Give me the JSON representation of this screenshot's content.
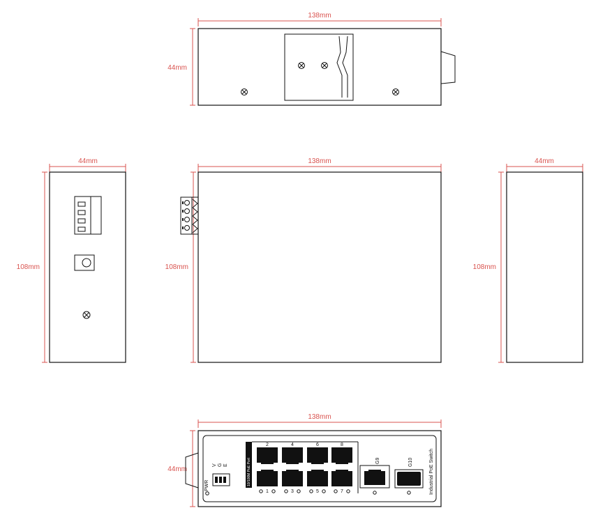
{
  "dimensions": {
    "top_view": {
      "width": "138mm",
      "height": "44mm"
    },
    "left_view": {
      "width": "44mm",
      "height": "108mm"
    },
    "front_view": {
      "width": "138mm",
      "height": "108mm"
    },
    "right_view": {
      "width": "44mm",
      "height": "108mm"
    },
    "bottom_view": {
      "width": "138mm",
      "height": "44mm"
    }
  },
  "panel": {
    "product_name": "Industrial PoE Switch",
    "port_group_label": "10/100M PoE Port",
    "dip_labels": [
      "V",
      "G",
      "E"
    ],
    "power_label": "PWR",
    "top_port_numbers": [
      "2",
      "4",
      "6",
      "8"
    ],
    "bottom_port_numbers": [
      "1",
      "3",
      "5",
      "7"
    ],
    "uplink_rj45_label": "G9",
    "uplink_sfp_label": "G10"
  },
  "colors": {
    "dimension": "#d9534f",
    "outline": "#111111"
  }
}
